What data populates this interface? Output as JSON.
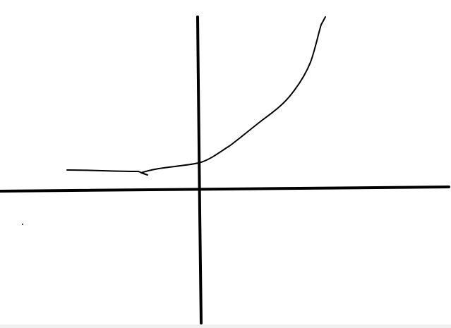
{
  "canvas": {
    "background": "#ffffff",
    "ink_color": "#000000",
    "strip_color": "#f0f0f0"
  },
  "drawing": {
    "elements": [
      "x-axis",
      "y-axis",
      "exponential-growth-curve"
    ]
  }
}
